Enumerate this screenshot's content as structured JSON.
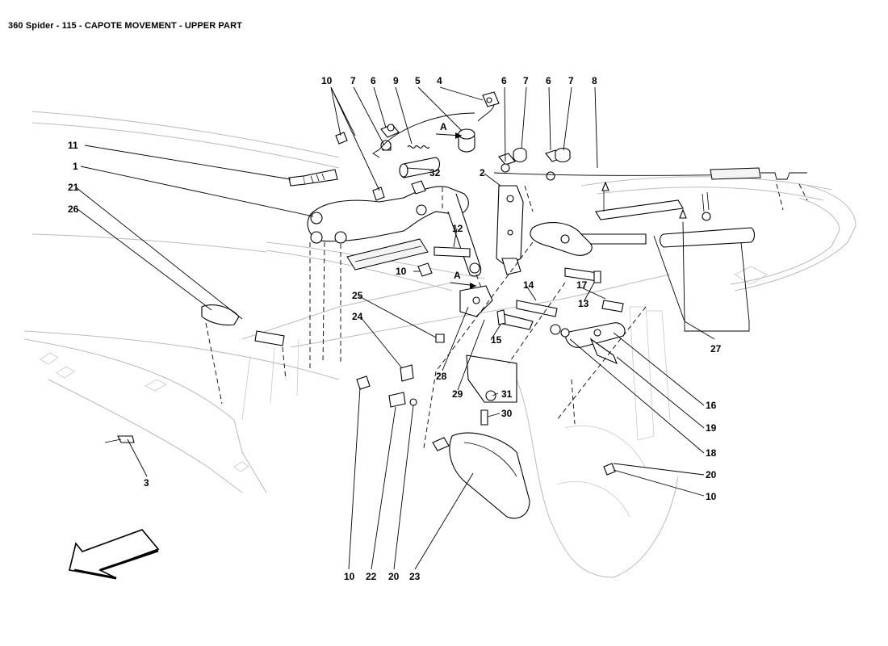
{
  "header": {
    "title": "360 Spider - 115 - CAPOTE MOVEMENT - UPPER PART"
  },
  "view_markers": {
    "a_upper": "A",
    "a_lower": "A"
  },
  "callouts": [
    {
      "id": "c-10-top",
      "text": "10"
    },
    {
      "id": "c-7-top",
      "text": "7"
    },
    {
      "id": "c-6-top",
      "text": "6"
    },
    {
      "id": "c-9",
      "text": "9"
    },
    {
      "id": "c-5",
      "text": "5"
    },
    {
      "id": "c-4",
      "text": "4"
    },
    {
      "id": "c-6-right-a",
      "text": "6"
    },
    {
      "id": "c-7-right-a",
      "text": "7"
    },
    {
      "id": "c-6-right-b",
      "text": "6"
    },
    {
      "id": "c-7-right-b",
      "text": "7"
    },
    {
      "id": "c-8",
      "text": "8"
    },
    {
      "id": "c-11",
      "text": "11"
    },
    {
      "id": "c-1",
      "text": "1"
    },
    {
      "id": "c-21",
      "text": "21"
    },
    {
      "id": "c-26",
      "text": "26"
    },
    {
      "id": "c-32",
      "text": "32"
    },
    {
      "id": "c-2",
      "text": "2"
    },
    {
      "id": "c-12",
      "text": "12"
    },
    {
      "id": "c-10-mid",
      "text": "10"
    },
    {
      "id": "c-14",
      "text": "14"
    },
    {
      "id": "c-17",
      "text": "17"
    },
    {
      "id": "c-13",
      "text": "13"
    },
    {
      "id": "c-25",
      "text": "25"
    },
    {
      "id": "c-24",
      "text": "24"
    },
    {
      "id": "c-15",
      "text": "15"
    },
    {
      "id": "c-27",
      "text": "27"
    },
    {
      "id": "c-28",
      "text": "28"
    },
    {
      "id": "c-29",
      "text": "29"
    },
    {
      "id": "c-31",
      "text": "31"
    },
    {
      "id": "c-16",
      "text": "16"
    },
    {
      "id": "c-30",
      "text": "30"
    },
    {
      "id": "c-19",
      "text": "19"
    },
    {
      "id": "c-18",
      "text": "18"
    },
    {
      "id": "c-3",
      "text": "3"
    },
    {
      "id": "c-20-right",
      "text": "20"
    },
    {
      "id": "c-10-right",
      "text": "10"
    },
    {
      "id": "c-10-bottom",
      "text": "10"
    },
    {
      "id": "c-22",
      "text": "22"
    },
    {
      "id": "c-20-bottom",
      "text": "20"
    },
    {
      "id": "c-23",
      "text": "23"
    }
  ]
}
